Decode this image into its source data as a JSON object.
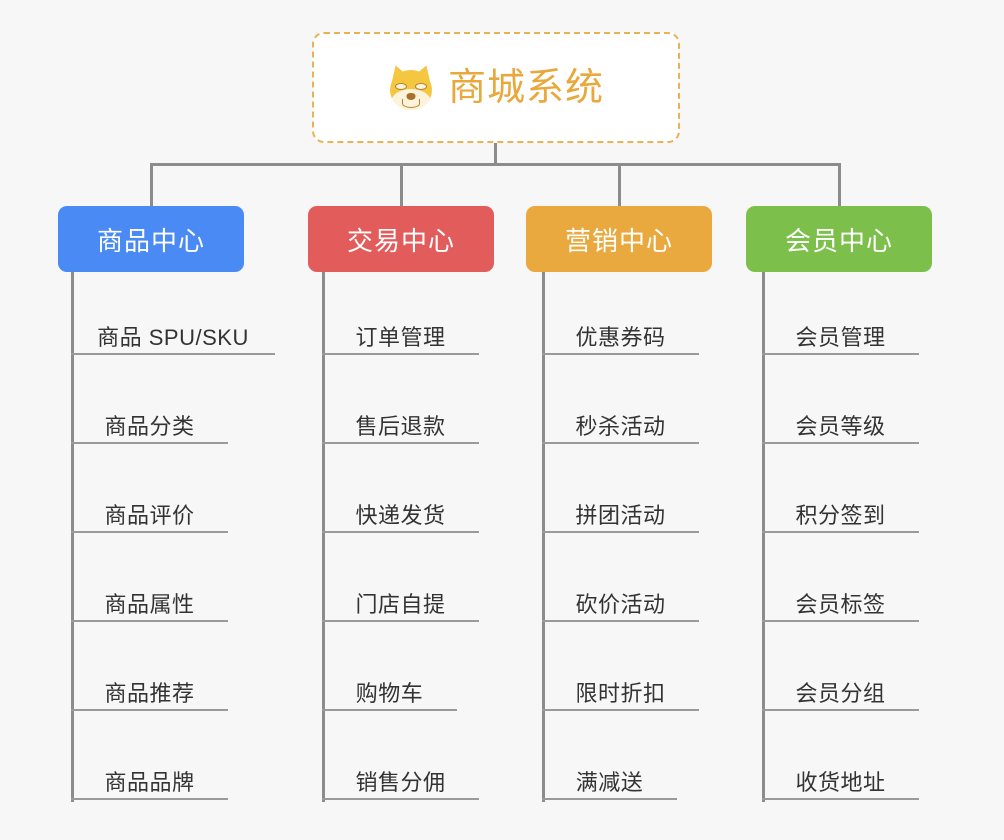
{
  "page": {
    "background_color": "#f7f7f7",
    "line_color": "#8c8c8c"
  },
  "root": {
    "title": "商城系统",
    "icon": "dog-face-icon",
    "text_color": "#e8a83c",
    "border_color": "#eab252",
    "background_color": "#ffffff"
  },
  "branches": [
    {
      "label": "商品中心",
      "color": "#4a8af4",
      "items": [
        "商品 SPU/SKU",
        "商品分类",
        "商品评价",
        "商品属性",
        "商品推荐",
        "商品品牌"
      ]
    },
    {
      "label": "交易中心",
      "color": "#e25c5c",
      "items": [
        "订单管理",
        "售后退款",
        "快递发货",
        "门店自提",
        "购物车",
        "销售分佣"
      ]
    },
    {
      "label": "营销中心",
      "color": "#e9a93e",
      "items": [
        "优惠券码",
        "秒杀活动",
        "拼团活动",
        "砍价活动",
        "限时折扣",
        "满减送"
      ]
    },
    {
      "label": "会员中心",
      "color": "#7cc04b",
      "items": [
        "会员管理",
        "会员等级",
        "积分签到",
        "会员标签",
        "会员分组",
        "收货地址"
      ]
    }
  ]
}
